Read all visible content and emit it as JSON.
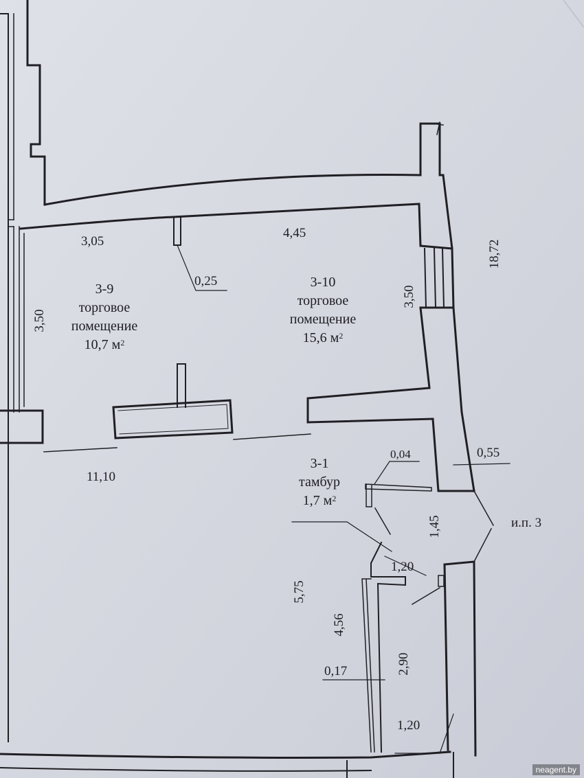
{
  "rooms": [
    {
      "id": "3-9",
      "name_line1": "торговое",
      "name_line2": "помещение",
      "area": "10,7 м",
      "area_sup": "2"
    },
    {
      "id": "3-10",
      "name_line1": "торговое",
      "name_line2": "помещение",
      "area": "15,6 м",
      "area_sup": "2"
    },
    {
      "id": "3-1",
      "name_line1": "тамбур",
      "area": "1,7 м",
      "area_sup": "2"
    }
  ],
  "dimensions": {
    "d_305": "3,05",
    "d_445": "4,45",
    "d_025": "0,25",
    "d_350_left": "3,50",
    "d_350_right": "3,50",
    "d_1872": "18,72",
    "d_1110": "11,10",
    "d_004": "0,04",
    "d_055": "0,55",
    "d_145": "1,45",
    "d_120_mid": "1,20",
    "d_575": "5,75",
    "d_456": "4,56",
    "d_017": "0,17",
    "d_290": "2,90",
    "d_120_bottom": "1,20"
  },
  "entrance_label": "и.п. 3",
  "watermark": "neagent.by"
}
